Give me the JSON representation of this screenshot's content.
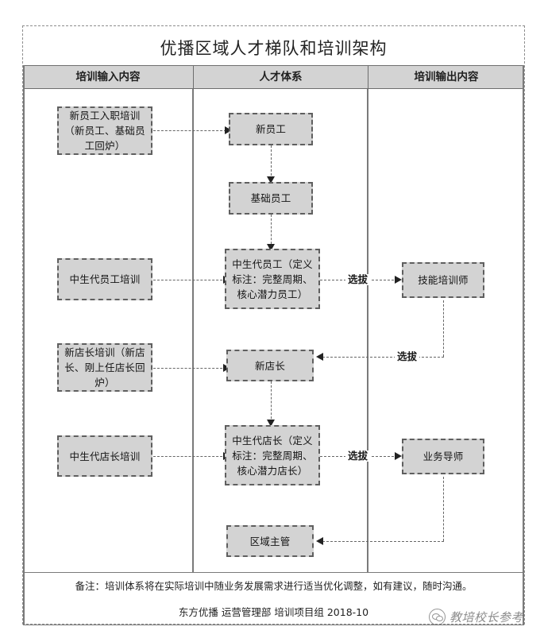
{
  "document": {
    "title": "优播区域人才梯队和培训架构"
  },
  "columns": [
    {
      "id": "input",
      "label": "培训输入内容"
    },
    {
      "id": "system",
      "label": "人才体系"
    },
    {
      "id": "output",
      "label": "培训输出内容"
    }
  ],
  "nodes": {
    "input_new_staff": "新员工入职培训（新员工、基础员工回炉）",
    "input_mid_staff": "中生代员工培训",
    "input_new_manager": "新店长培训（新店长、刚上任店长回炉）",
    "input_mid_manager": "中生代店长培训",
    "sys_new_staff": "新员工",
    "sys_base_staff": "基础员工",
    "sys_mid_staff": "中生代员工（定义标注：完整周期、核心潜力员工）",
    "sys_new_manager": "新店长",
    "sys_mid_manager": "中生代店长（定义标注：完整周期、核心潜力店长）",
    "sys_area_director": "区域主管",
    "out_skill_trainer": "技能培训师",
    "out_business_mentor": "业务导师"
  },
  "edge_labels": {
    "select_skill_trainer": "选拔",
    "select_new_manager": "选拔",
    "select_business_mentor": "选拔"
  },
  "footer": {
    "note": "备注：培训体系将在实际培训中随业务发展需求进行适当优化调整，如有建议，随时沟通。",
    "signature": "东方优播 运营管理部 培训项目组 2018-10"
  },
  "watermark": {
    "text": "教培校长参考",
    "icon": "wechat-badge-icon"
  },
  "colors": {
    "node_fill": "#d3d3d3",
    "node_border": "#5f5f5f",
    "header_fill": "#d3d3d3",
    "rule": "#7a7a7a",
    "frame": "#8d8d8d"
  }
}
